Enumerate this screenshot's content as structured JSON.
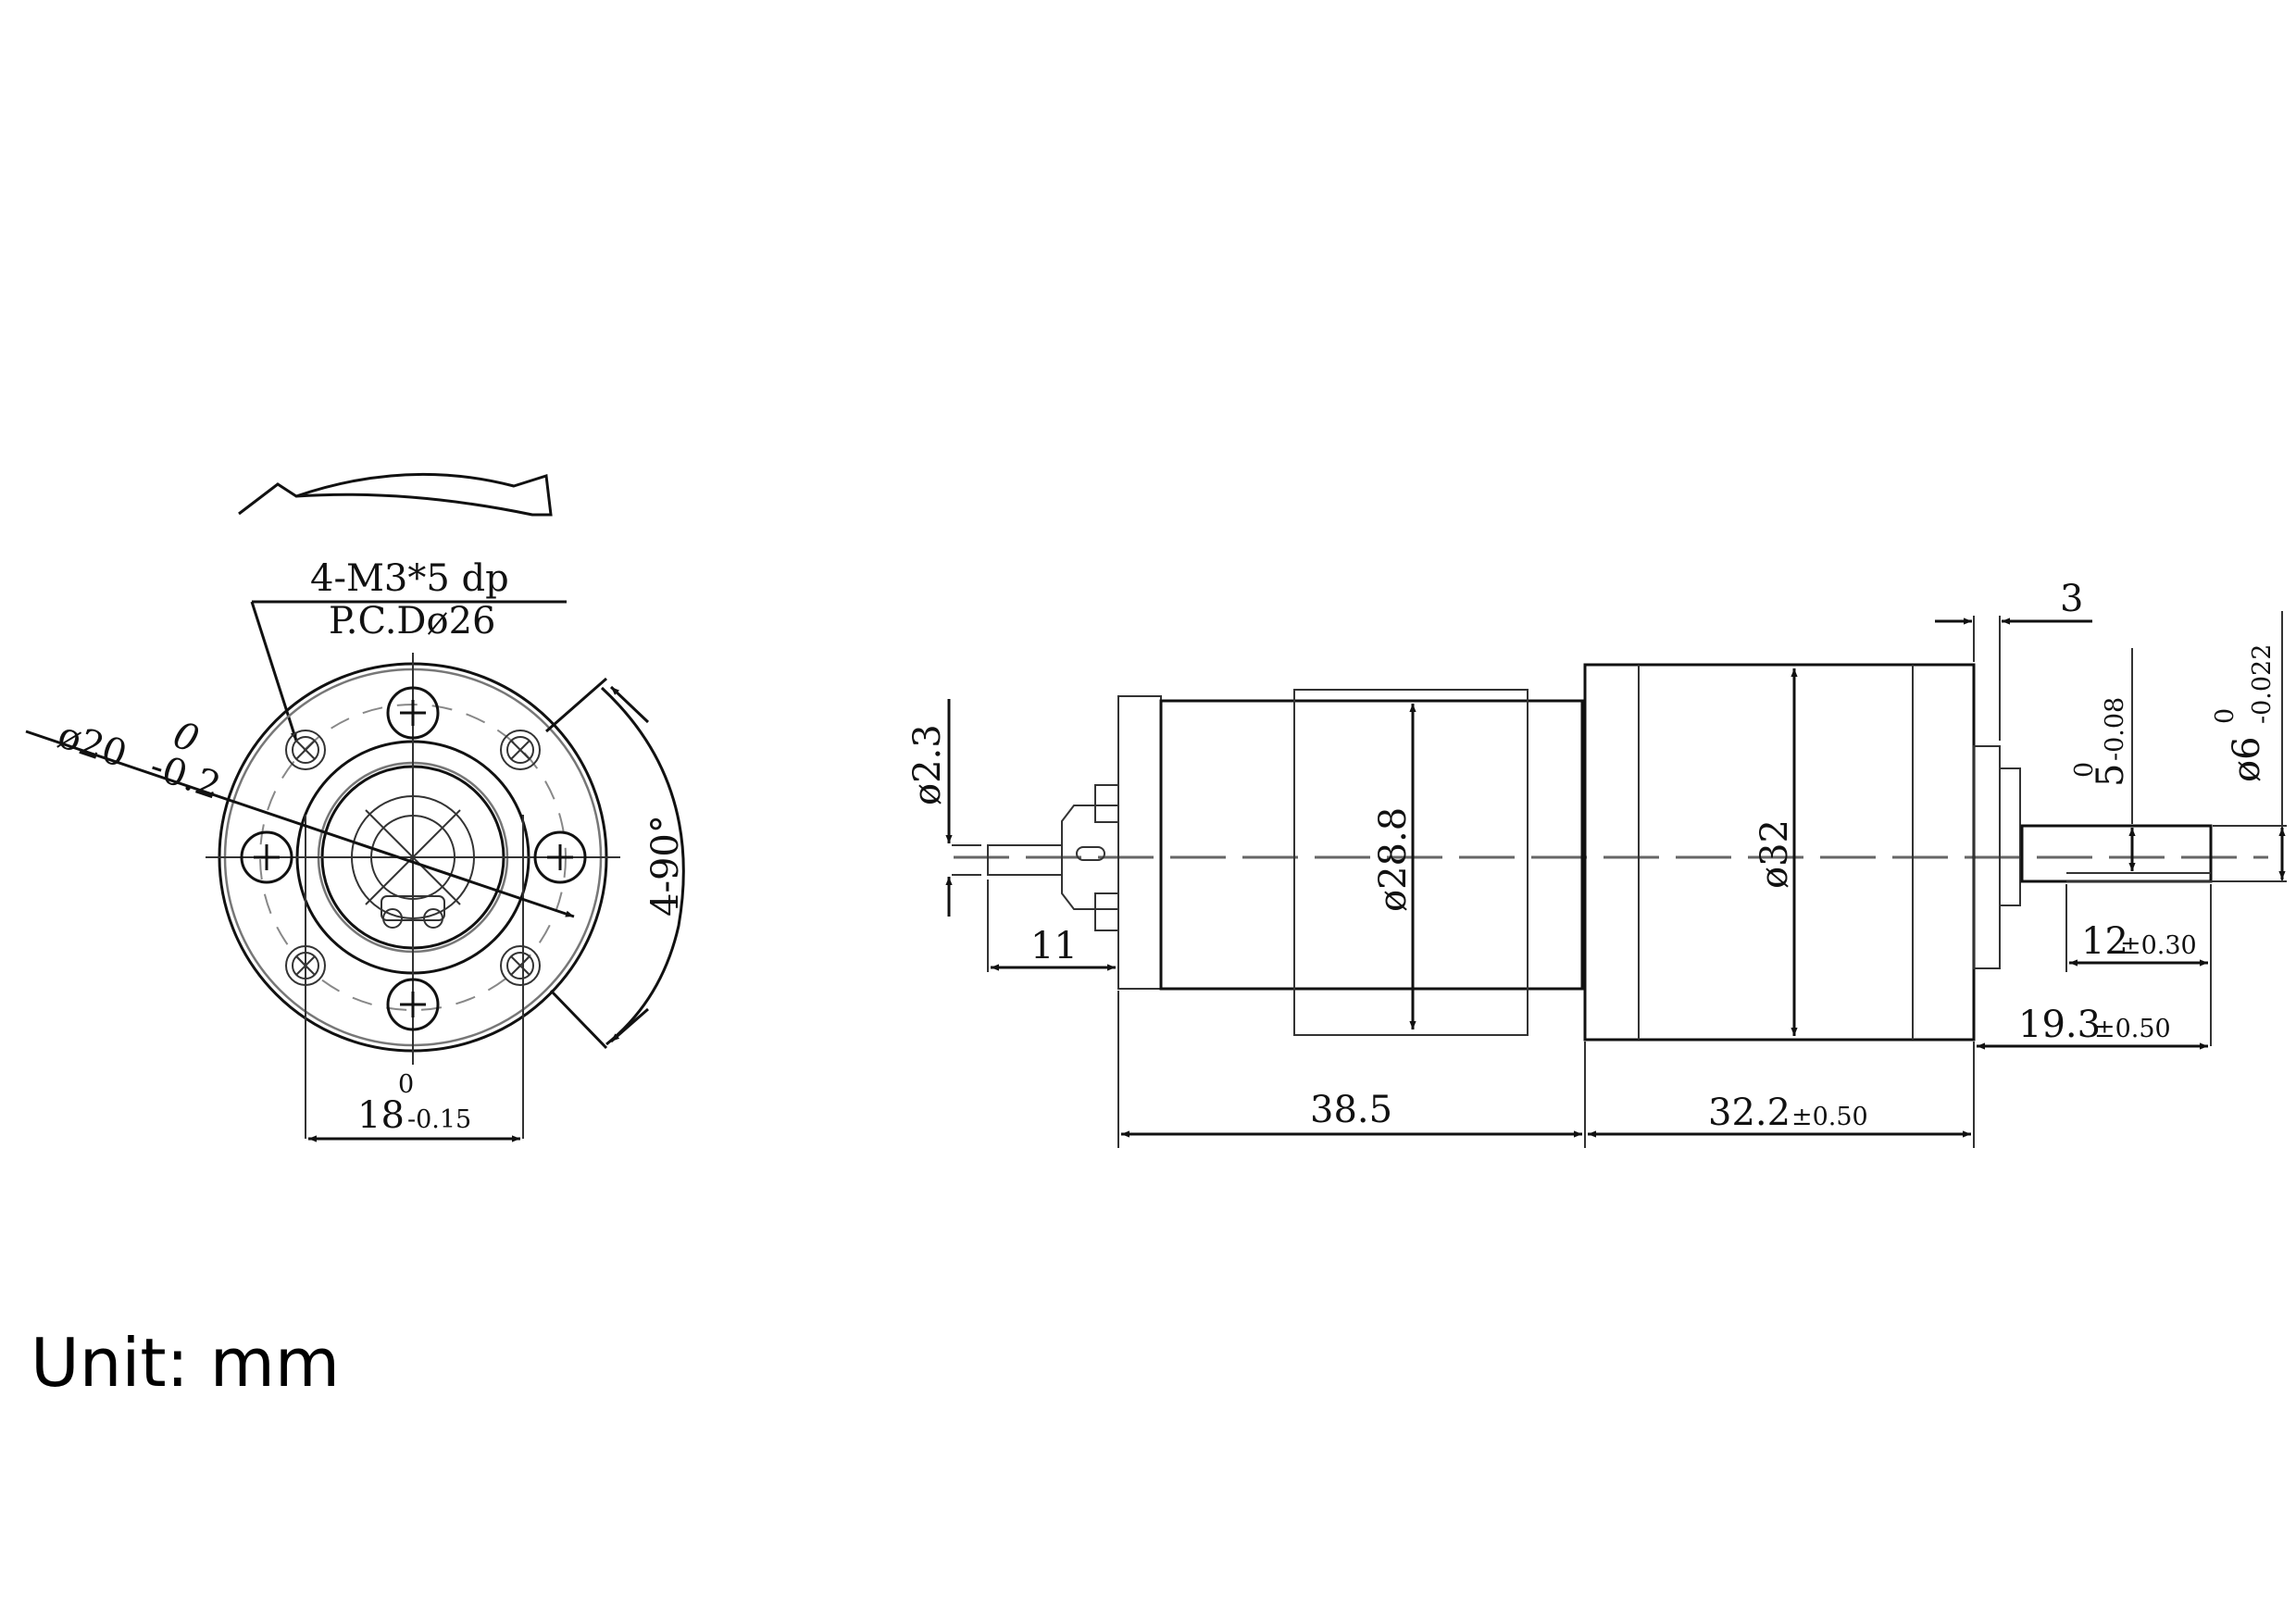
{
  "drawing": {
    "type": "Geared DC motor dimension drawing",
    "unit_label": "Unit: mm",
    "colors": {
      "line": "#111111",
      "centerline": "#666666",
      "background": "#ffffff"
    },
    "front_view": {
      "thread_callout": "4-M3*5 dp",
      "pcd_callout": "P.C.Dø26",
      "boss_diameter": {
        "base": "ø20",
        "upper_tol": "0",
        "lower_tol": "-0.2"
      },
      "flat_width": {
        "base": "18",
        "upper_tol": "0",
        "lower_tol": "-0.15"
      },
      "angular": "4-90°"
    },
    "side_view": {
      "rear_shaft_diameter": "ø2.3",
      "rear_shaft_length": "11",
      "motor_diameter": "ø28.8",
      "gearbox_diameter": "ø32",
      "motor_length": "38.5",
      "gearbox_length": {
        "base": "32.2",
        "tol": "±0.50"
      },
      "pilot_length": "3",
      "flat_depth": {
        "base": "5",
        "upper_tol": "0",
        "lower_tol": "-0.08"
      },
      "shaft_diameter": {
        "base": "ø6",
        "upper_tol": "0",
        "lower_tol": "-0.022"
      },
      "flat_length": {
        "base": "12",
        "tol": "±0.30"
      },
      "shaft_length": {
        "base": "19.3",
        "tol": "±0.50"
      }
    }
  }
}
